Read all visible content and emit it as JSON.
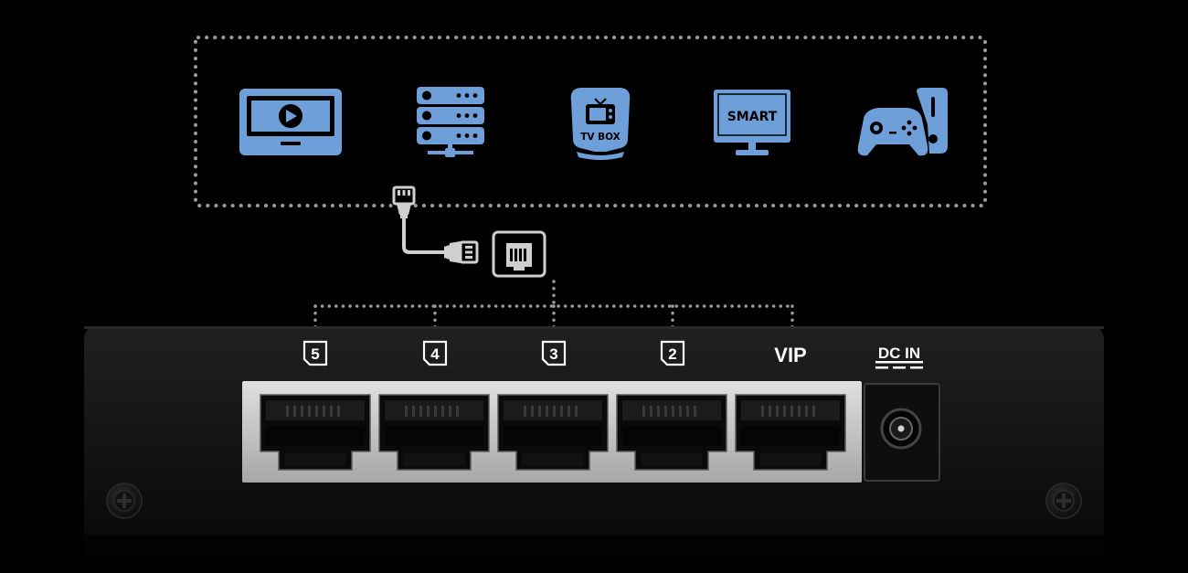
{
  "colors": {
    "background": "#000000",
    "icon_blue": "#6f9fd8",
    "icon_blue_dark": "#4f7fbc",
    "dotted_line": "#9a9a9a",
    "cable_gray": "#cfcfcf",
    "chassis": "#151515",
    "port_frame": "#c9c9c9",
    "label_white": "#ffffff"
  },
  "devices": {
    "items": [
      {
        "name": "media-player",
        "label": ""
      },
      {
        "name": "server",
        "label": ""
      },
      {
        "name": "tv-box",
        "label": "TV BOX"
      },
      {
        "name": "smart-tv",
        "label": "SMART"
      },
      {
        "name": "game-console",
        "label": ""
      }
    ]
  },
  "ports": {
    "labels": [
      "5",
      "4",
      "3",
      "2",
      "VIP"
    ],
    "power_label": "DC IN"
  }
}
